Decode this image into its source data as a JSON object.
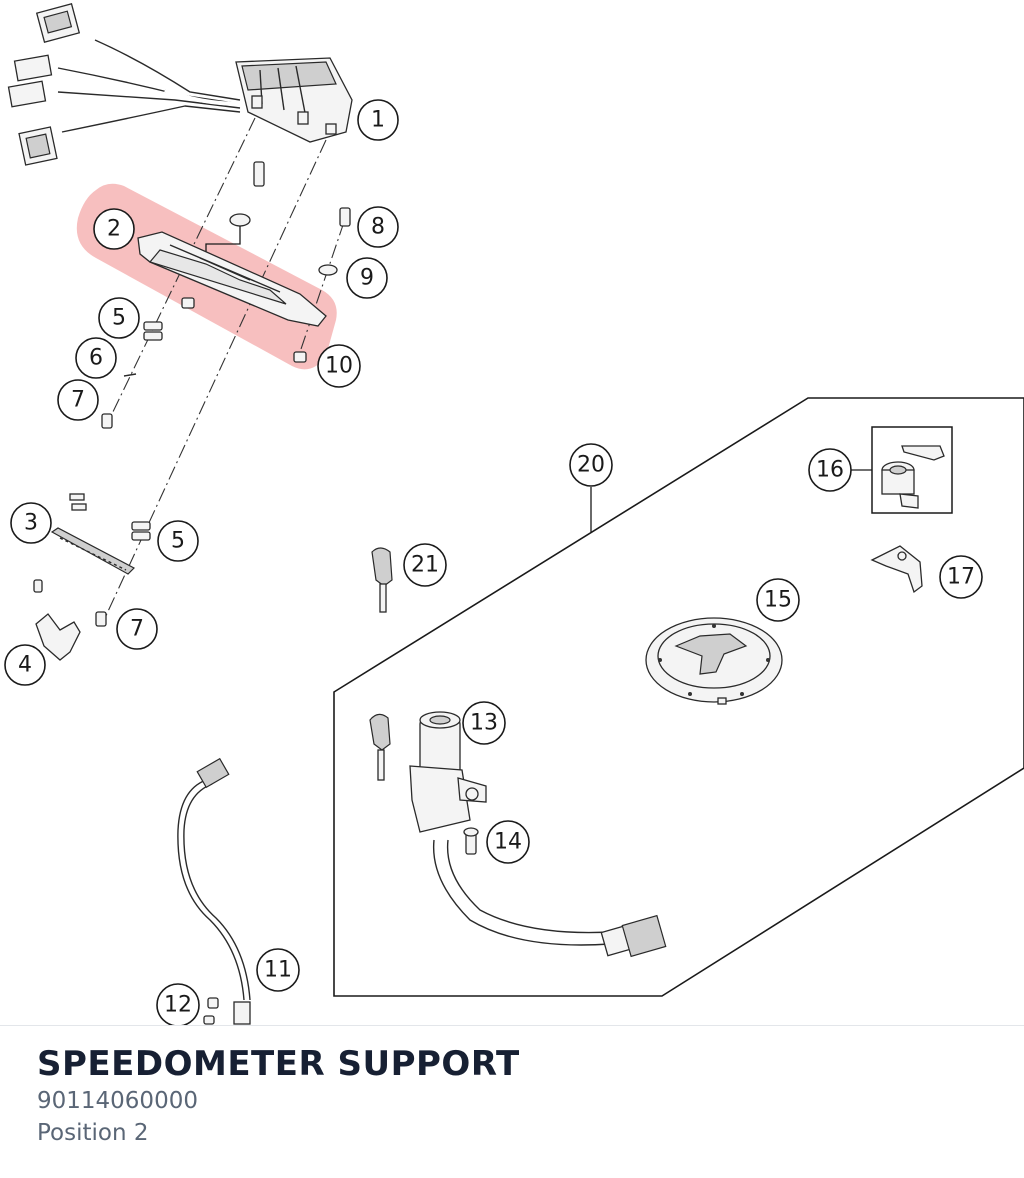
{
  "diagram": {
    "callouts": [
      {
        "label": "1"
      },
      {
        "label": "2"
      },
      {
        "label": "3"
      },
      {
        "label": "4"
      },
      {
        "label": "5"
      },
      {
        "label": "5"
      },
      {
        "label": "6"
      },
      {
        "label": "7"
      },
      {
        "label": "7"
      },
      {
        "label": "8"
      },
      {
        "label": "9"
      },
      {
        "label": "10"
      },
      {
        "label": "11"
      },
      {
        "label": "12"
      },
      {
        "label": "13"
      },
      {
        "label": "14"
      },
      {
        "label": "15"
      },
      {
        "label": "16"
      },
      {
        "label": "17"
      },
      {
        "label": "20"
      },
      {
        "label": "21"
      }
    ],
    "highlight_color": "#f08a8a",
    "selected_position": "2"
  },
  "part_info": {
    "title": "SPEEDOMETER SUPPORT",
    "part_number": "90114060000",
    "position_label": "Position 2"
  }
}
